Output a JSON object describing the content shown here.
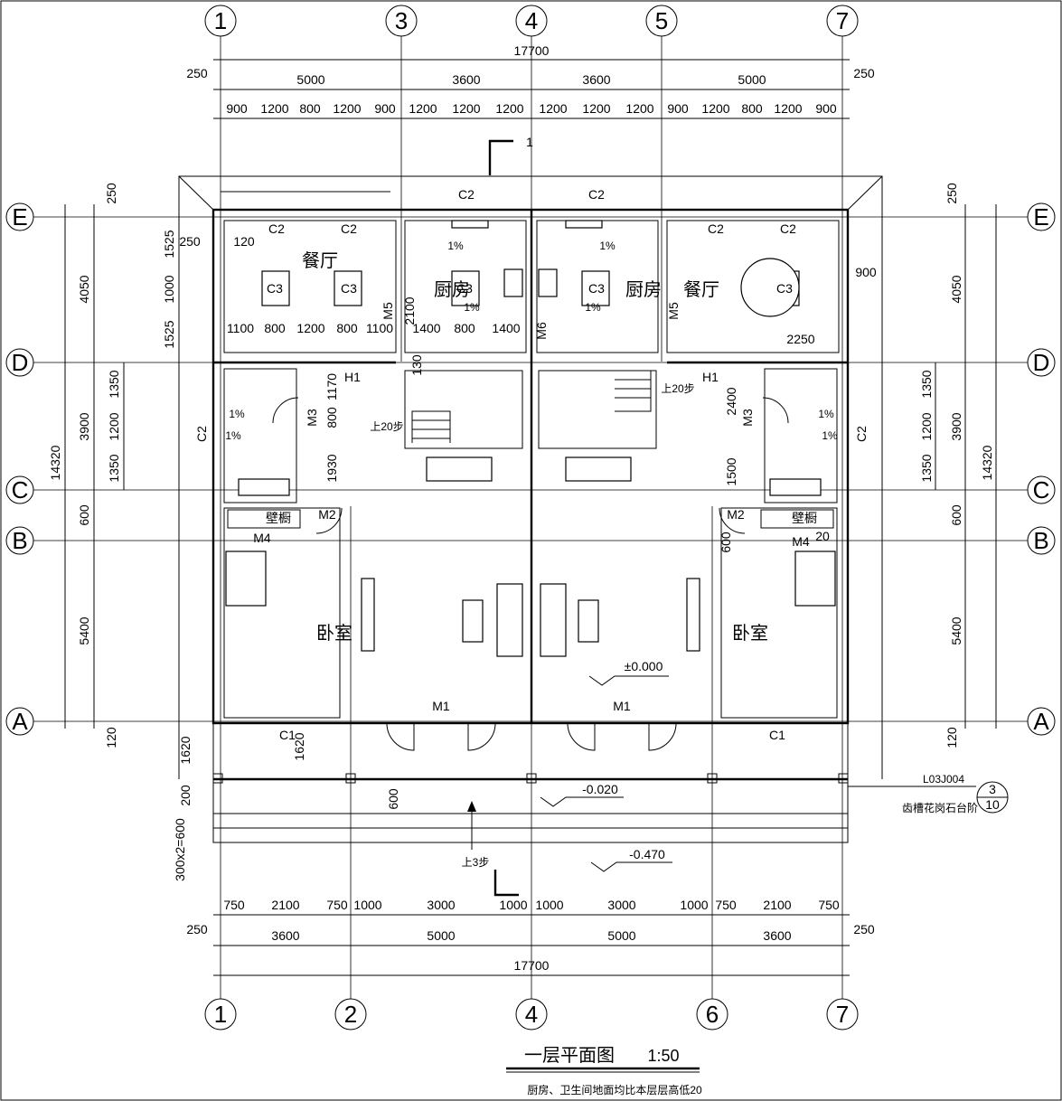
{
  "drawing": {
    "title": "一层平面图",
    "scale": "1:50",
    "note": "厨房、卫生间地面均比本层层高低20",
    "detail_ref": "L03J004",
    "detail_top": "3",
    "detail_bottom": "10",
    "detail_note": "齿槽花岗石台阶",
    "section_mark": "1"
  },
  "axes": {
    "top": [
      "1",
      "3",
      "4",
      "5",
      "7"
    ],
    "bottom": [
      "1",
      "2",
      "4",
      "6",
      "7"
    ],
    "left": [
      "E",
      "D",
      "C",
      "B",
      "A"
    ],
    "right": [
      "E",
      "D",
      "C",
      "B",
      "A"
    ]
  },
  "dims_top": {
    "total": "17700",
    "edge": "250",
    "row2": [
      "5000",
      "3600",
      "3600",
      "5000"
    ],
    "row3": [
      "900",
      "1200",
      "800",
      "1200",
      "900",
      "1200",
      "1200",
      "1200",
      "1200",
      "1200",
      "1200",
      "900",
      "1200",
      "800",
      "1200",
      "900"
    ]
  },
  "dims_bottom": {
    "total": "17700",
    "edge": "250",
    "row2": [
      "3600",
      "5000",
      "5000",
      "3600"
    ],
    "row1": [
      "750",
      "2100",
      "750",
      "1000",
      "3000",
      "1000",
      "1000",
      "3000",
      "1000",
      "750",
      "2100",
      "750"
    ]
  },
  "dims_left": {
    "total": "14320",
    "edge": "250",
    "bays": [
      "4050",
      "3900",
      "600",
      "5400",
      "120"
    ],
    "sub": [
      "1350",
      "1200",
      "1350"
    ],
    "dining": [
      "1525",
      "1000",
      "1525"
    ],
    "porch": [
      "1620",
      "200",
      "300x2=600"
    ]
  },
  "dims_right": {
    "total": "14320",
    "edge": "250",
    "bays": [
      "4050",
      "3900",
      "600",
      "5400",
      "120"
    ],
    "sub": [
      "1350",
      "1200",
      "1350"
    ]
  },
  "rooms": {
    "dining": "餐厅",
    "kitchen": "厨房",
    "bedroom": "卧室",
    "closet": "壁橱"
  },
  "tags": {
    "c1": "C1",
    "c2": "C2",
    "c3": "C3",
    "m1": "M1",
    "m2": "M2",
    "m3": "M3",
    "m4": "M4",
    "m5": "M5",
    "m6": "M6",
    "h1": "H1",
    "slope": "1%",
    "stair_up": "上20步",
    "step_up": "上3步"
  },
  "interior_dims": {
    "dining_row": [
      "1100",
      "800",
      "1200",
      "800",
      "1100"
    ],
    "kitchen_row": [
      "1400",
      "800",
      "1400"
    ],
    "misc": [
      "120",
      "250",
      "2100",
      "130",
      "1170",
      "800",
      "1930",
      "2400",
      "1500",
      "900",
      "2250",
      "600",
      "20",
      "1620",
      "600"
    ]
  },
  "levels": {
    "floor": "±0.000",
    "porch": "-0.020",
    "ground": "-0.470"
  }
}
